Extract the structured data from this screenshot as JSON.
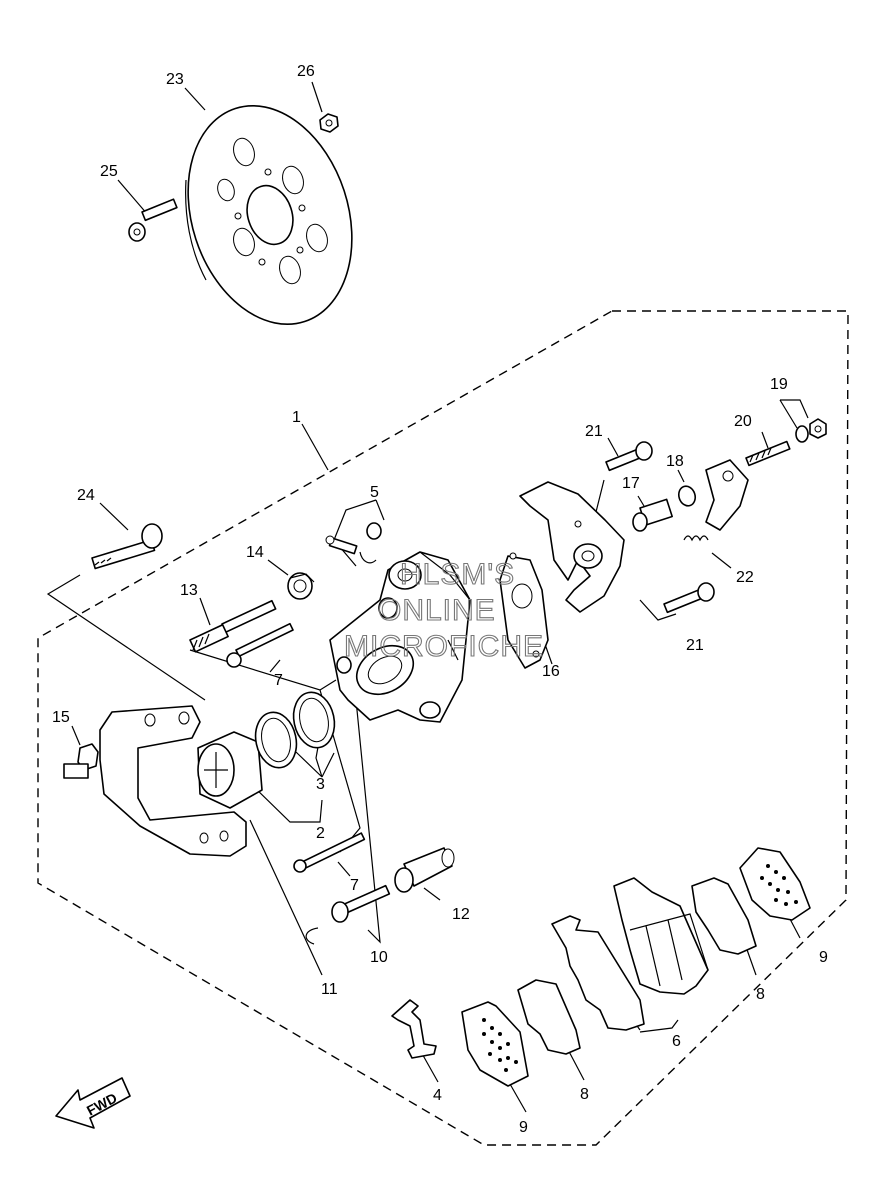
{
  "watermark": {
    "line1": "HLSM'S",
    "line2": "ONLINE",
    "line3": "MICROFICHE"
  },
  "direction_label": "FWD",
  "callouts": [
    {
      "id": "c23",
      "text": "23"
    },
    {
      "id": "c26",
      "text": "26"
    },
    {
      "id": "c25",
      "text": "25"
    },
    {
      "id": "c1",
      "text": "1"
    },
    {
      "id": "c19",
      "text": "19"
    },
    {
      "id": "c20",
      "text": "20"
    },
    {
      "id": "c21a",
      "text": "21"
    },
    {
      "id": "c18",
      "text": "18"
    },
    {
      "id": "c17",
      "text": "17"
    },
    {
      "id": "c5",
      "text": "5"
    },
    {
      "id": "c24",
      "text": "24"
    },
    {
      "id": "c14",
      "text": "14"
    },
    {
      "id": "c22",
      "text": "22"
    },
    {
      "id": "c13",
      "text": "13"
    },
    {
      "id": "c21b",
      "text": "21"
    },
    {
      "id": "c16",
      "text": "16"
    },
    {
      "id": "c7a",
      "text": "7"
    },
    {
      "id": "c15",
      "text": "15"
    },
    {
      "id": "c3",
      "text": "3"
    },
    {
      "id": "c2",
      "text": "2"
    },
    {
      "id": "c7b",
      "text": "7"
    },
    {
      "id": "c12",
      "text": "12"
    },
    {
      "id": "c10",
      "text": "10"
    },
    {
      "id": "c11",
      "text": "11"
    },
    {
      "id": "c9a",
      "text": "9"
    },
    {
      "id": "c8a",
      "text": "8"
    },
    {
      "id": "c6",
      "text": "6"
    },
    {
      "id": "c4",
      "text": "4"
    },
    {
      "id": "c8b",
      "text": "8"
    },
    {
      "id": "c9b",
      "text": "9"
    }
  ]
}
